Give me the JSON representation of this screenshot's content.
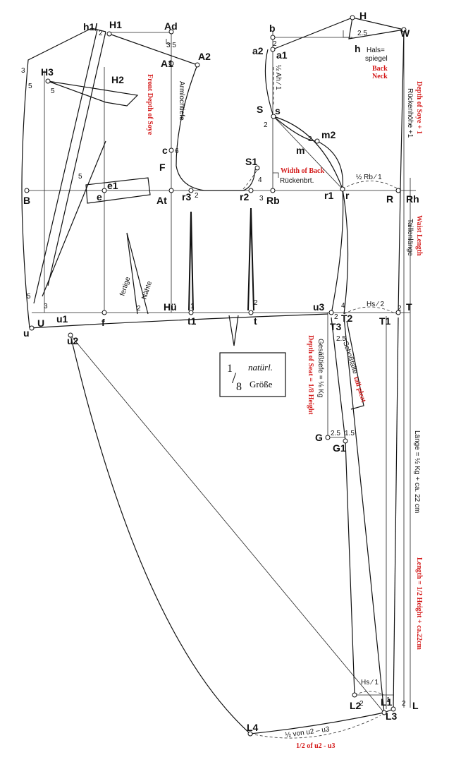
{
  "points": {
    "h1half": "h1/",
    "H1": "H1",
    "Ad": "Ad",
    "A1": "A1",
    "A2": "A2",
    "H3": "H3",
    "H2": "H2",
    "c": "c",
    "F": "F",
    "B": "B",
    "e": "e",
    "e1": "e1",
    "At": "At",
    "r3": "r3",
    "r2": "r2",
    "Rb": "Rb",
    "S1": "S1",
    "S": "S",
    "s": "s",
    "a2": "a2",
    "a1": "a1",
    "b": "b",
    "H": "H",
    "W": "W",
    "h": "h",
    "m": "m",
    "m2": "m2",
    "r1": "r1",
    "r": "r",
    "R": "R",
    "Rh": "Rh",
    "U": "U",
    "u1": "u1",
    "u": "u",
    "u2": "u2",
    "f": "f",
    "Hu": "Hü",
    "t1": "t1",
    "t": "t",
    "u3": "u3",
    "T3": "T3",
    "T2": "T2",
    "T1": "T1",
    "T": "T",
    "G": "G",
    "G1": "G1",
    "L2": "L2",
    "L1": "L1",
    "L3": "L3",
    "L": "L",
    "L4": "L4"
  },
  "numbers": {
    "n2a": "2",
    "n35": "3.5",
    "n3": "3",
    "n5a": "5",
    "n5b": "5",
    "n5c": "5",
    "n5d": "5",
    "n6": "6",
    "n2b": "2",
    "n25a": "2.5",
    "n2c": "2",
    "n2d": "2",
    "n4a": "4",
    "n3b": "3",
    "n3c": "3",
    "n2e": "2",
    "n1": "1",
    "n2f": "2",
    "n4b": "4",
    "n2g": "2",
    "n2h": "2",
    "n25b": "2.5",
    "n25c": "2.5",
    "n15": "1.5",
    "n2i": "2",
    "n1b": "1",
    "n2j": "2",
    "n2k": "2"
  },
  "german": {
    "halsspiegel_1": "Hals=",
    "halsspiegel_2": "spiegel",
    "armlochtiefe": "Armlochtiefe",
    "rueckenhoehe": "Rückenhöhe +1",
    "rueckenbrt": "Rückenbrt.",
    "half_rb": "½ Rb ⁄ 1",
    "half_ah": "½ Ah ⁄ 1",
    "taillenlaenge": "Taillenlänge",
    "fertige": "fertige",
    "naehte": "Nähte",
    "hs2": "Hs ⁄ 2",
    "hs1": "Hs ⁄ 1",
    "gesaesstiefe": "Gesäßtiefe = ⅛ Kg",
    "schossfalte": "Schoßfalte",
    "laenge": "Länge = ½ Kg + ca. 22 cm",
    "half_u2_u3": "½ von u2 – u3"
  },
  "english": {
    "back_neck_1": "Back",
    "back_neck_2": "Neck",
    "front_depth_soye": "Front Depth of Soye",
    "depth_of_soye": "Depth of Soye + 1",
    "width_of_back": "Width of Back",
    "waist_length": "Waist Length",
    "depth_of_seat": "Depth of Seat = 1/8 Height",
    "tail_pleat": "tail pleat",
    "length": "Length = 1/2 Height + ca.22cm",
    "half_u2_u3_en": "1/2 of u2 - u3"
  },
  "scale_box": {
    "numerator": "1",
    "slash": "/",
    "denominator": "8",
    "line1": "natürl.",
    "line2": "Größe"
  },
  "colors": {
    "ink": "#111111",
    "annotation_red": "#d41a1a",
    "paper": "#ffffff"
  }
}
